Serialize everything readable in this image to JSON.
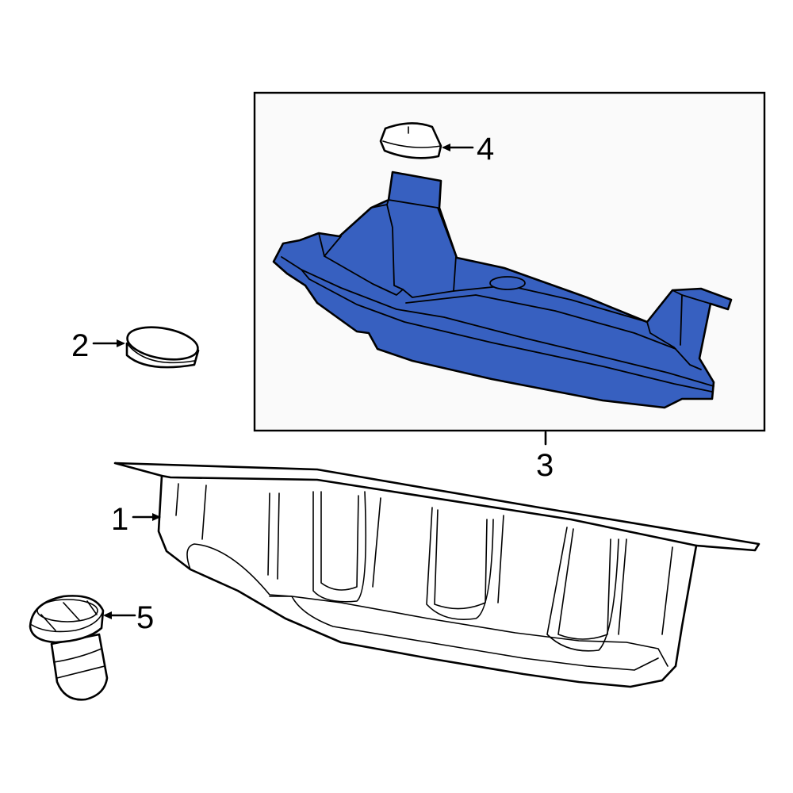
{
  "diagram": {
    "callouts": [
      {
        "id": "1",
        "text": "1"
      },
      {
        "id": "2",
        "text": "2"
      },
      {
        "id": "3",
        "text": "3"
      },
      {
        "id": "4",
        "text": "4"
      },
      {
        "id": "5",
        "text": "5"
      }
    ],
    "parts": [
      {
        "callout": "1",
        "icon": "oil-pan-icon"
      },
      {
        "callout": "2",
        "icon": "plug-cap-icon"
      },
      {
        "callout": "3",
        "icon": "filter-assembly-icon"
      },
      {
        "callout": "4",
        "icon": "seal-ring-icon"
      },
      {
        "callout": "5",
        "icon": "drain-bolt-icon"
      }
    ],
    "colors": {
      "highlight": "#3760c0",
      "line": "#000000",
      "background": "#ffffff",
      "inset_background": "#fafafa"
    }
  }
}
